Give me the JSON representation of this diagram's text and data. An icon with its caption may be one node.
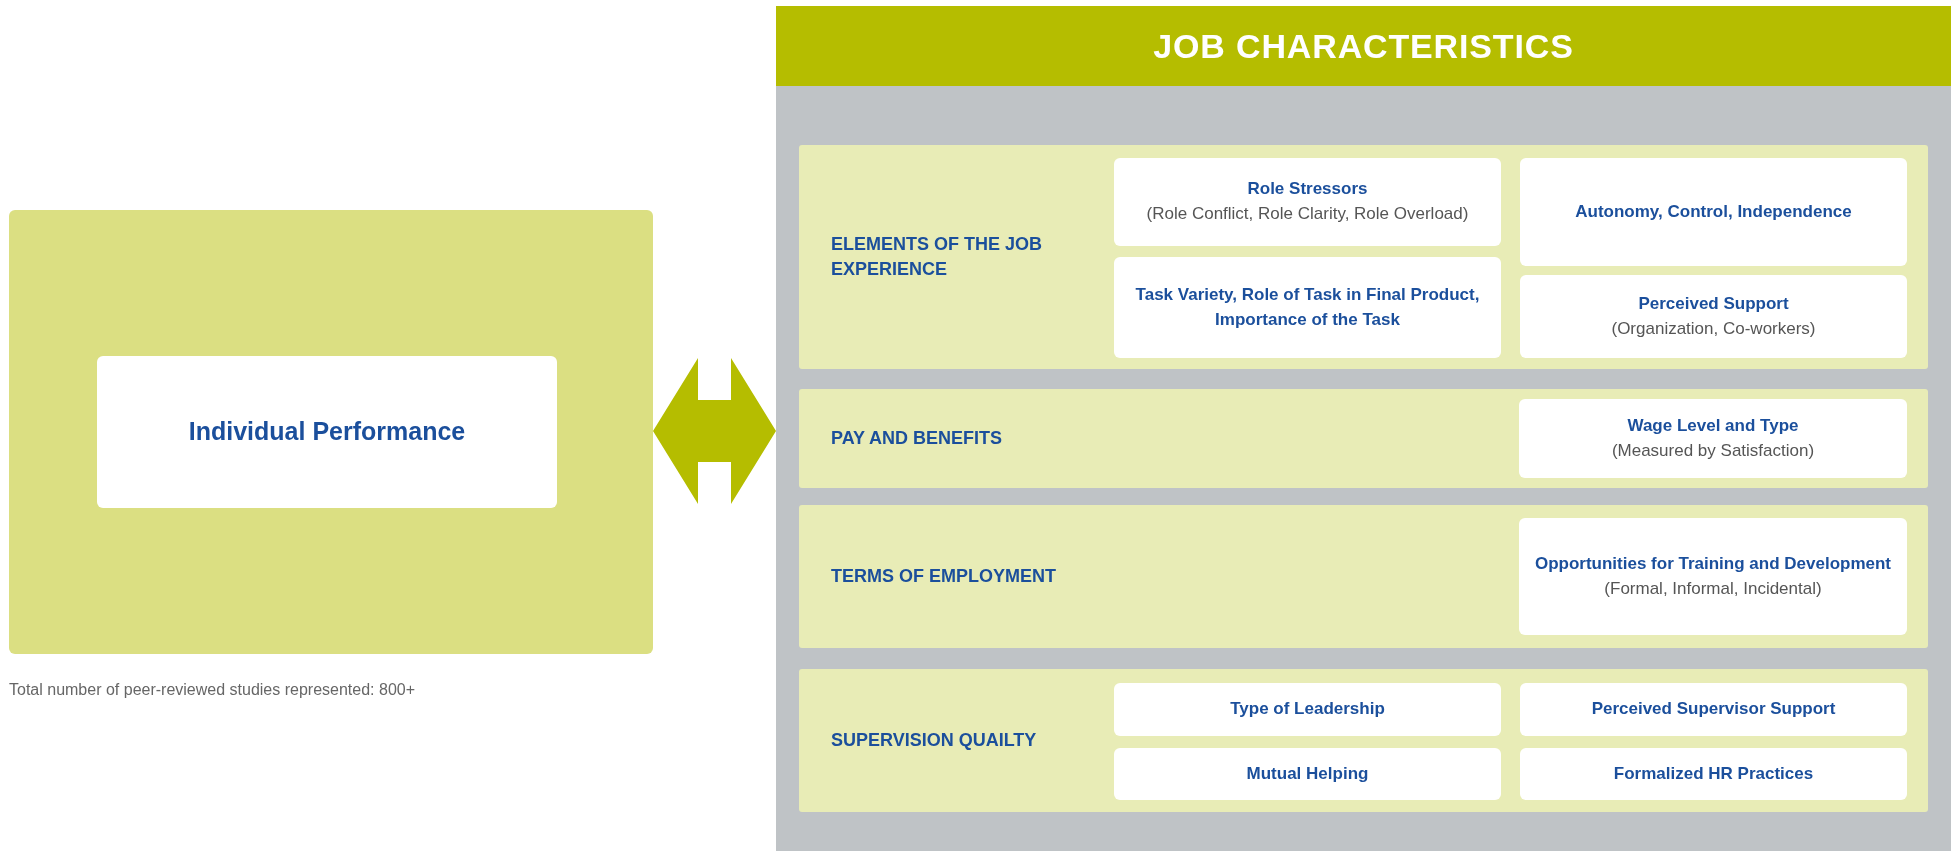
{
  "diagram": {
    "nodes": [
      {
        "text": [],
        "shape": "box"
      },
      {
        "text": [
          "Individual Performance"
        ],
        "in": 0
      },
      {
        "text": [
          "JOB CHARACTERISTICS"
        ]
      },
      {
        "text": [
          "ELEMENTS OF THE JOB EXPERIENCE"
        ],
        "in": 2
      },
      {
        "text": [
          "Role Stressors",
          "(Role Conflict, Role Clarity, Role Overload)"
        ],
        "in": 3
      },
      {
        "text": [
          "Autonomy, Control, Independence"
        ],
        "in": 3
      },
      {
        "text": [
          "Task Variety, Role of Task in Final Product, Importance of the Task"
        ],
        "in": 3
      },
      {
        "text": [
          "Perceived Support",
          "(Organization, Co-workers)"
        ],
        "in": 3
      },
      {
        "text": [
          "PAY AND BENEFITS"
        ],
        "in": 2
      },
      {
        "text": [
          "Wage Level and Type",
          "(Measured by Satisfaction)"
        ],
        "in": 8
      },
      {
        "text": [
          "TERMS OF EMPLOYMENT"
        ],
        "in": 2
      },
      {
        "text": [
          "Opportunities for Training and Development",
          "(Formal, Informal, Incidental)"
        ],
        "in": 10
      },
      {
        "text": [
          "SUPERVISION QUAILTY"
        ],
        "in": 2
      },
      {
        "text": [
          "Type of Leadership"
        ],
        "in": 12
      },
      {
        "text": [
          "Perceived Supervisor Support"
        ],
        "in": 12
      },
      {
        "text": [
          "Mutual Helping"
        ],
        "in": 12
      },
      {
        "text": [
          "Formalized HR Practices"
        ],
        "in": 12
      }
    ],
    "edges": [
      {
        "from": 0,
        "to": 2,
        "arrow": "both"
      }
    ],
    "labels": [
      "Total number of peer-reviewed studies represented: 800+"
    ]
  }
}
